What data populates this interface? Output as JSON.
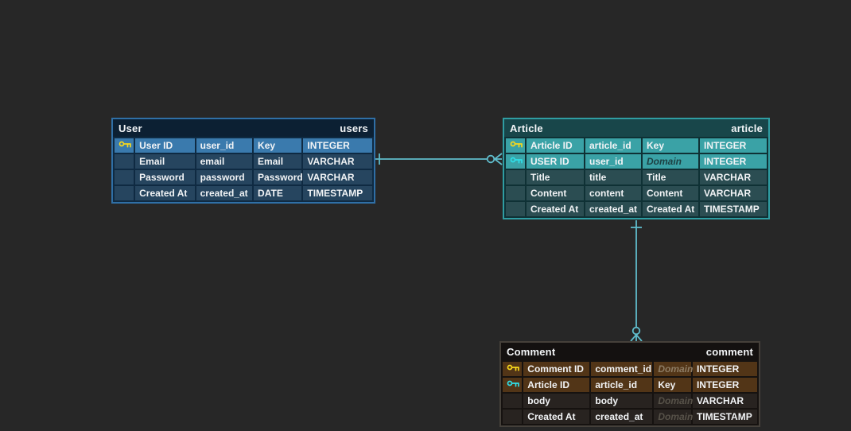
{
  "colors": {
    "canvas_background": "#272727",
    "connector": "#5fbccb",
    "type_alert_text": "#e04b4b",
    "primary_key_icon": "#f8d81c",
    "foreign_key_icon": "#2fdfe8",
    "user_table_accent": "#3a7aad",
    "article_table_accent": "#3aa2a6",
    "comment_table_accent": "#523517"
  },
  "tables": [
    {
      "title": "User",
      "physical_name": "users",
      "rows": [
        {
          "icon": "primary-key",
          "name": "User ID",
          "physical": "user_id",
          "domain": "Key",
          "domain_muted": false,
          "type": "INTEGER",
          "type_red": true,
          "highlight": true
        },
        {
          "icon": null,
          "name": "Email",
          "physical": "email",
          "domain": "Email",
          "domain_muted": false,
          "type": "VARCHAR",
          "type_red": false,
          "highlight": false
        },
        {
          "icon": null,
          "name": "Password",
          "physical": "password",
          "domain": "Password",
          "domain_muted": false,
          "type": "VARCHAR",
          "type_red": false,
          "highlight": false
        },
        {
          "icon": null,
          "name": "Created At",
          "physical": "created_at",
          "domain": "DATE",
          "domain_muted": false,
          "type": "TIMESTAMP",
          "type_red": false,
          "highlight": false
        }
      ]
    },
    {
      "title": "Article",
      "physical_name": "article",
      "rows": [
        {
          "icon": "primary-key",
          "name": "Article ID",
          "physical": "article_id",
          "domain": "Key",
          "domain_muted": false,
          "type": "INTEGER",
          "type_red": true,
          "highlight": true
        },
        {
          "icon": "foreign-key",
          "name": "USER ID",
          "physical": "user_id",
          "domain": "Domain",
          "domain_muted": true,
          "type": "INTEGER",
          "type_red": false,
          "highlight": true
        },
        {
          "icon": null,
          "name": "Title",
          "physical": "title",
          "domain": "Title",
          "domain_muted": false,
          "type": "VARCHAR",
          "type_red": true,
          "highlight": false
        },
        {
          "icon": null,
          "name": "Content",
          "physical": "content",
          "domain": "Content",
          "domain_muted": false,
          "type": "VARCHAR",
          "type_red": true,
          "highlight": false
        },
        {
          "icon": null,
          "name": "Created At",
          "physical": "created_at",
          "domain": "Created At",
          "domain_muted": false,
          "type": "TIMESTAMP",
          "type_red": false,
          "highlight": false
        }
      ]
    },
    {
      "title": "Comment",
      "physical_name": "comment",
      "rows": [
        {
          "icon": "primary-key",
          "name": "Comment ID",
          "physical": "comment_id",
          "domain": "Domain",
          "domain_muted": true,
          "type": "INTEGER",
          "type_red": false,
          "highlight": true
        },
        {
          "icon": "foreign-key",
          "name": "Article ID",
          "physical": "article_id",
          "domain": "Key",
          "domain_muted": false,
          "type": "INTEGER",
          "type_red": true,
          "highlight": true
        },
        {
          "icon": null,
          "name": "body",
          "physical": "body",
          "domain": "Domain",
          "domain_muted": true,
          "type": "VARCHAR",
          "type_red": false,
          "highlight": false
        },
        {
          "icon": null,
          "name": "Created At",
          "physical": "created_at",
          "domain": "Domain",
          "domain_muted": true,
          "type": "TIMESTAMP",
          "type_red": false,
          "highlight": false
        }
      ]
    }
  ],
  "relationships": [
    {
      "from_table": "users",
      "to_table": "article",
      "from_cardinality": "one",
      "to_cardinality": "zero-or-many"
    },
    {
      "from_table": "article",
      "to_table": "comment",
      "from_cardinality": "one",
      "to_cardinality": "zero-or-many"
    }
  ]
}
